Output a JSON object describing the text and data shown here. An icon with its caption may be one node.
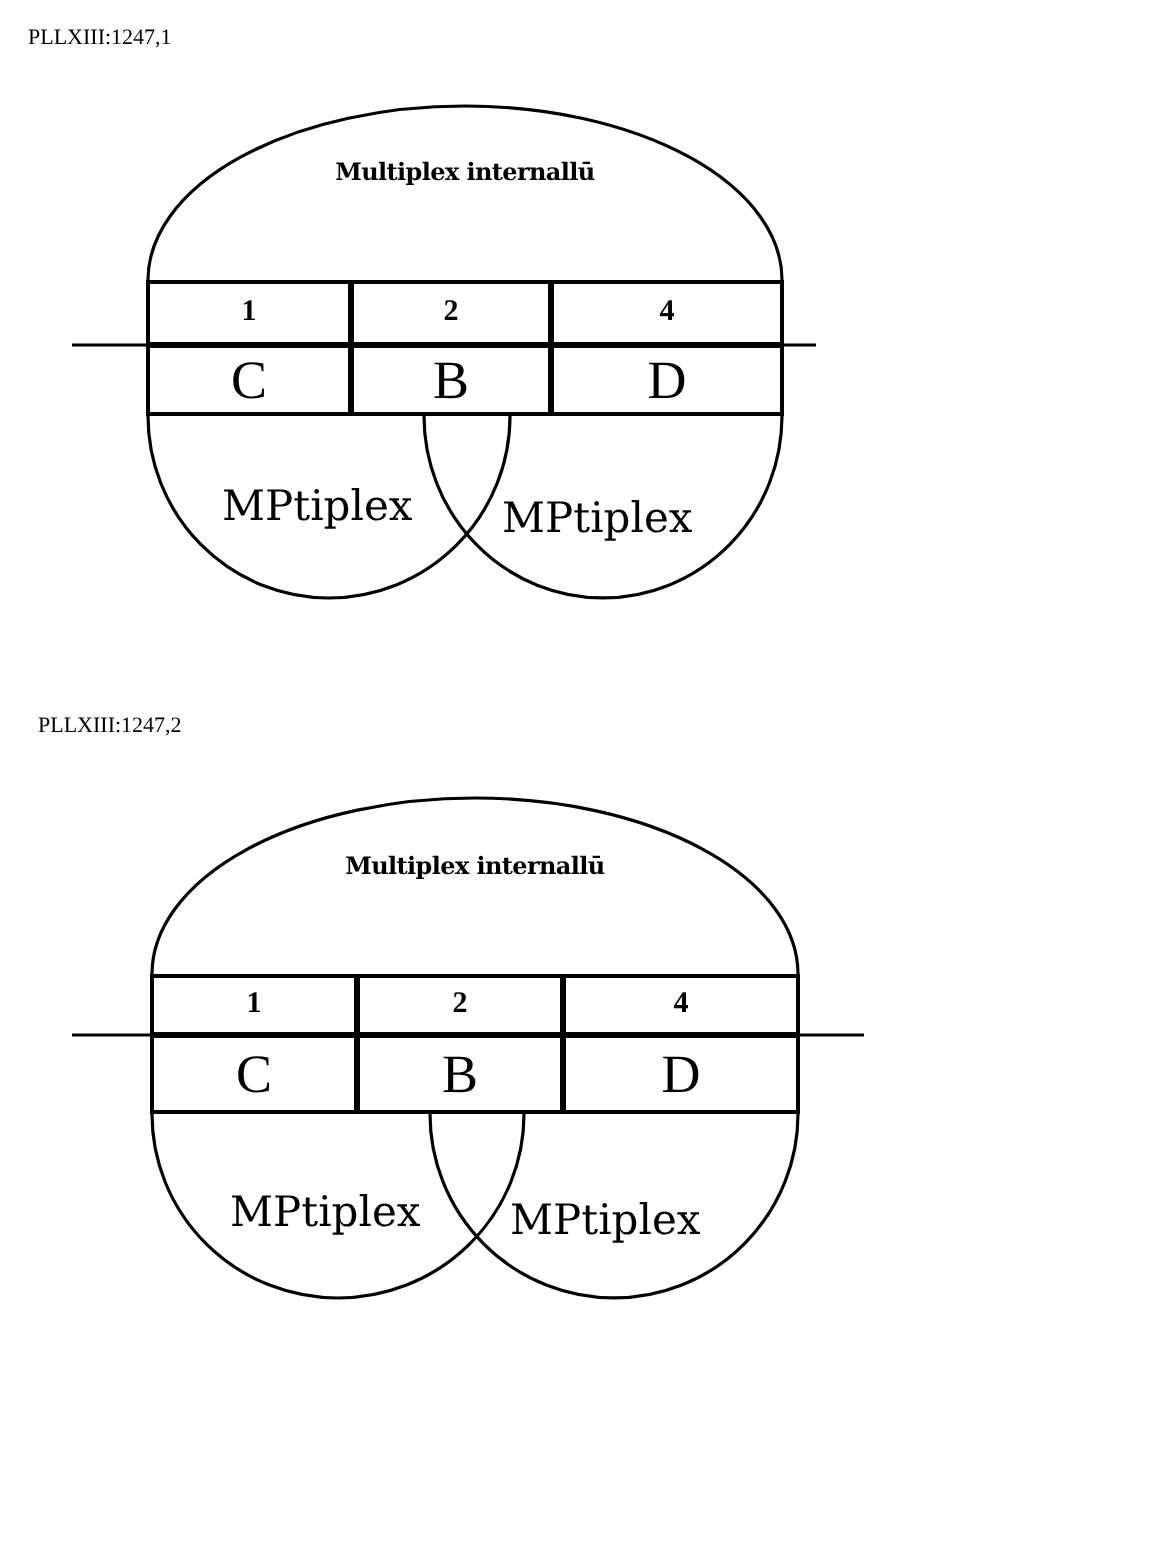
{
  "diagram": {
    "nodes": [
      {
        "text": [
          "Multiplex internallū"
        ]
      },
      {
        "text": [
          "1"
        ]
      },
      {
        "text": [
          "2"
        ]
      },
      {
        "text": [
          "4"
        ]
      },
      {
        "text": [
          "C"
        ]
      },
      {
        "text": [
          "B"
        ]
      },
      {
        "text": [
          "D"
        ]
      },
      {
        "text": [
          "MPtiplex"
        ]
      },
      {
        "text": [
          "MPtiplex"
        ]
      },
      {
        "text": [
          "Multiplex internallū"
        ]
      },
      {
        "text": [
          "1"
        ]
      },
      {
        "text": [
          "2"
        ]
      },
      {
        "text": [
          "4"
        ]
      },
      {
        "text": [
          "C"
        ]
      },
      {
        "text": [
          "B"
        ]
      },
      {
        "text": [
          "D"
        ]
      },
      {
        "text": [
          "MPtiplex"
        ]
      },
      {
        "text": [
          "MPtiplex"
        ]
      }
    ],
    "labels": [
      "PLLXIII:1247,1",
      "PLLXIII:1247,2"
    ]
  }
}
